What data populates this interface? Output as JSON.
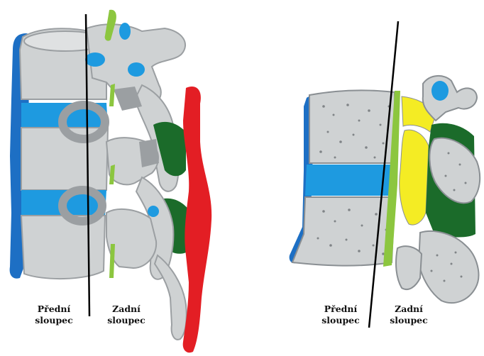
{
  "colors": {
    "bone": "#cfd2d3",
    "bone_dark": "#9b9fa2",
    "outline": "#8a8f93",
    "anterior_ligament": "#1d6fc4",
    "disc": "#1e9ae0",
    "posterior_element_green": "#1b6b2a",
    "light_green": "#8cc63f",
    "yellow_ligament": "#f4ec24",
    "red_ligament": "#e31e24",
    "cancellous_pore": "#808487",
    "divider_line": "#000000"
  },
  "left_figure": {
    "anterior_label": "Přední\nsloupec",
    "posterior_label": "Zadní\nsloupec",
    "anterior_line1": "Přední",
    "anterior_line2": "sloupec",
    "posterior_line1": "Zadní",
    "posterior_line2": "sloupec"
  },
  "right_figure": {
    "anterior_line1": "Přední",
    "anterior_line2": "sloupec",
    "posterior_line1": "Zadní",
    "posterior_line2": "sloupec"
  }
}
